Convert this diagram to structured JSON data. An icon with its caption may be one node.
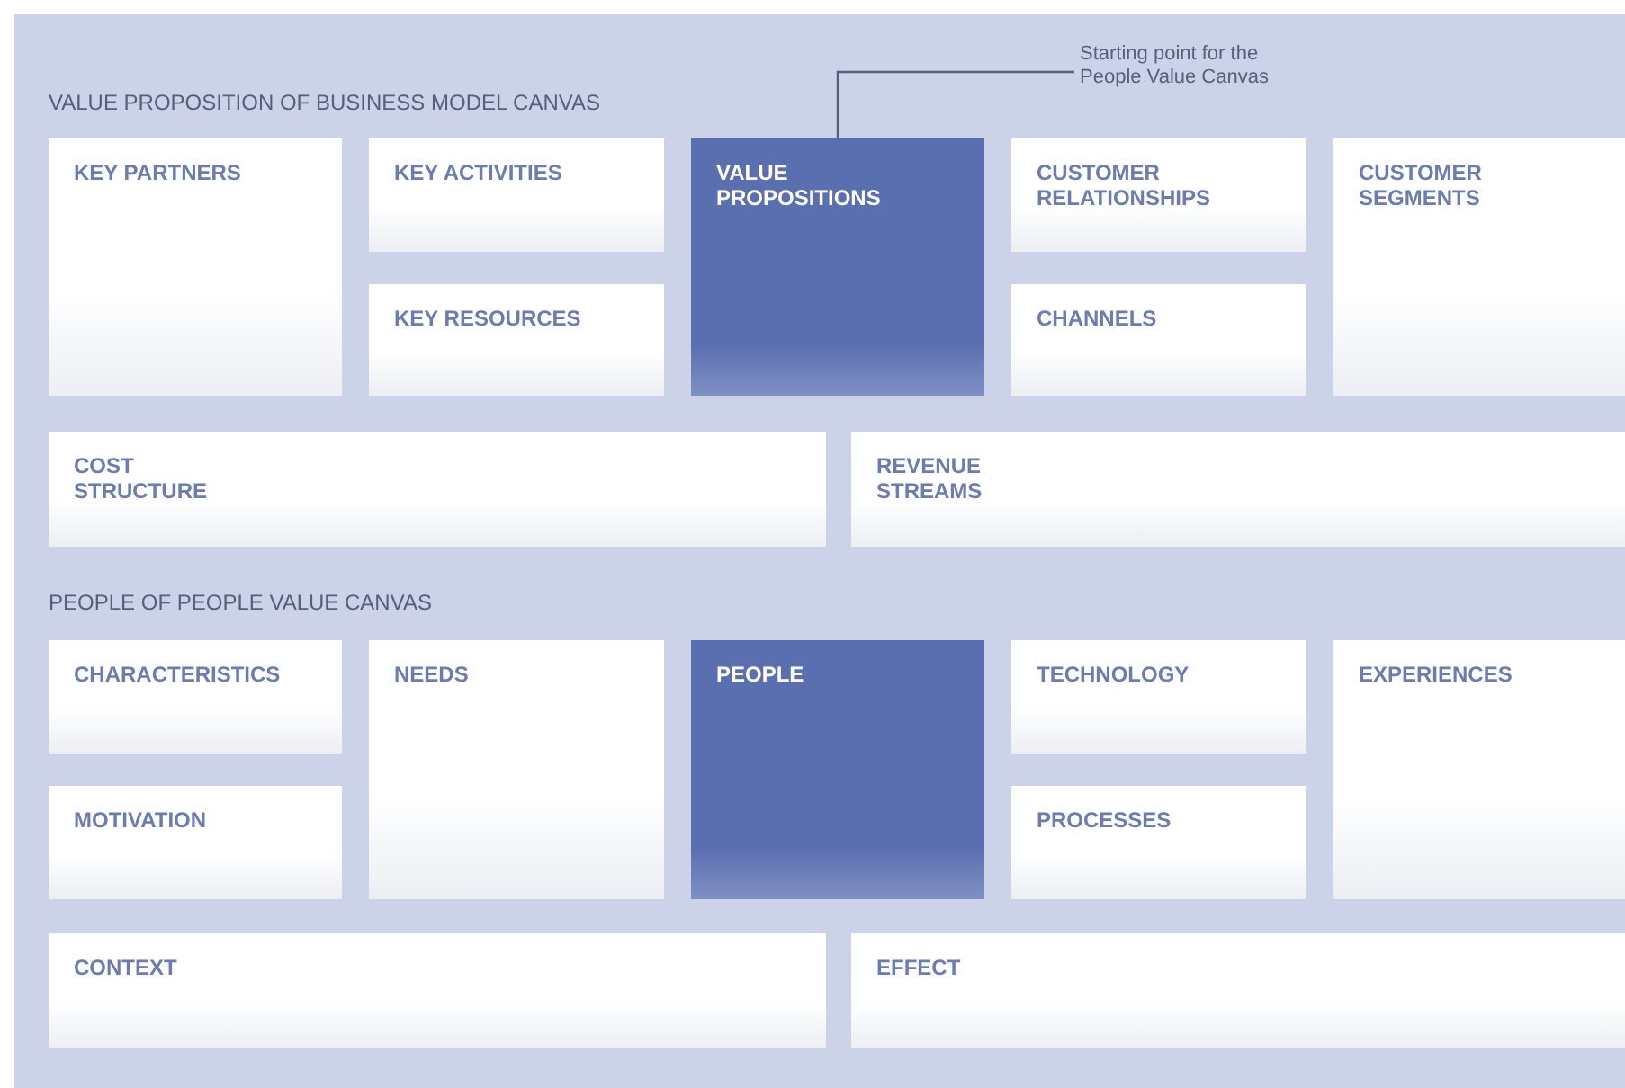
{
  "diagram": {
    "nodes": [
      {
        "text": [
          "Starting point for the People Value Canvas"
        ]
      },
      {
        "text": [
          "KEY PARTNERS"
        ]
      },
      {
        "text": [
          "KEY ACTIVITIES"
        ]
      },
      {
        "text": [
          "KEY RESOURCES"
        ]
      },
      {
        "text": [
          "VALUE PROPOSITIONS"
        ]
      },
      {
        "text": [
          "CUSTOMER RELATIONSHIPS"
        ]
      },
      {
        "text": [
          "CHANNELS"
        ]
      },
      {
        "text": [
          "CUSTOMER SEGMENTS"
        ]
      },
      {
        "text": [
          "COST STRUCTURE"
        ]
      },
      {
        "text": [
          "REVENUE STREAMS"
        ]
      },
      {
        "text": [
          "CHARACTERISTICS"
        ]
      },
      {
        "text": [
          "NEEDS"
        ]
      },
      {
        "text": [
          "PEOPLE"
        ]
      },
      {
        "text": [
          "TECHNOLOGY"
        ]
      },
      {
        "text": [
          "EXPERIENCES"
        ]
      },
      {
        "text": [
          "MOTIVATION"
        ]
      },
      {
        "text": [
          "PROCESSES"
        ]
      },
      {
        "text": [
          "CONTEXT"
        ]
      },
      {
        "text": [
          "EFFECT"
        ]
      }
    ],
    "edges": [
      {
        "from": 0,
        "to": 4,
        "arrow": "none"
      }
    ],
    "labels": [
      "VALUE PROPOSITION OF BUSINESS MODEL CANVAS",
      "PEOPLE OF PEOPLE VALUE CANVAS"
    ]
  }
}
